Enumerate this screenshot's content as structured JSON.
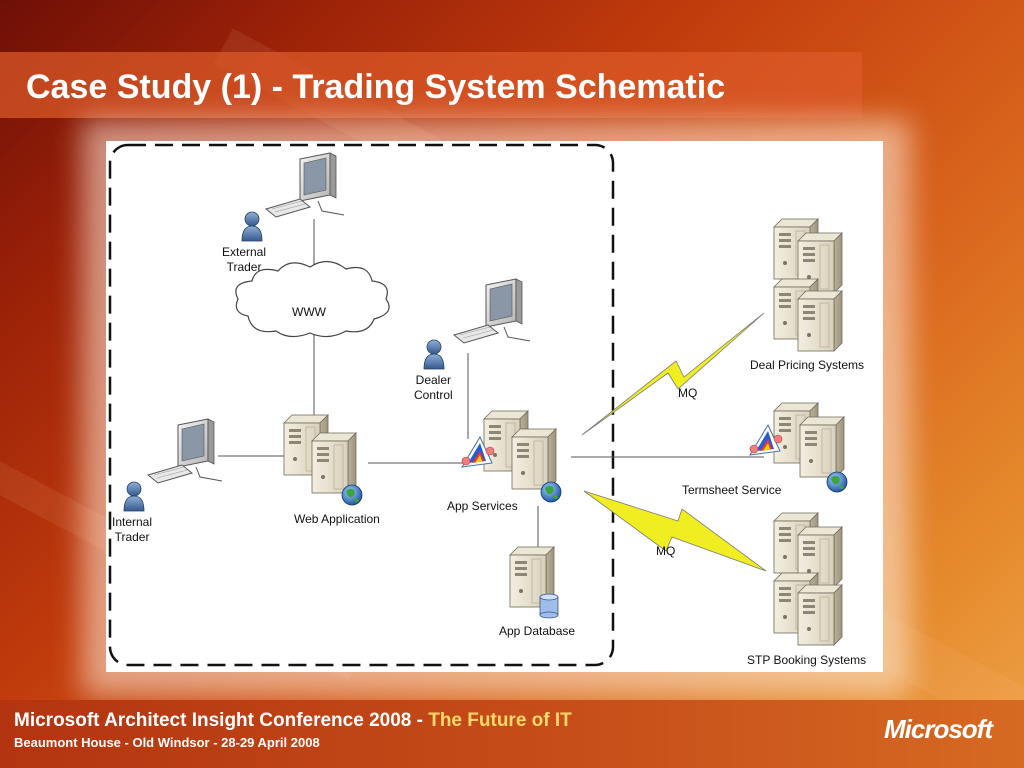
{
  "slide": {
    "title": "Case Study (1) - Trading System Schematic"
  },
  "diagram": {
    "nodes": {
      "external_trader": "External\nTrader",
      "www": "WWW",
      "internal_trader": "Internal\nTrader",
      "web_application": "Web Application",
      "dealer_control": "Dealer\nControl",
      "app_services": "App Services",
      "app_database": "App Database",
      "deal_pricing": "Deal Pricing Systems",
      "termsheet": "Termsheet Service",
      "stp_booking": "STP Booking Systems"
    },
    "links": {
      "mq_upper": "MQ",
      "mq_lower": "MQ"
    }
  },
  "footer": {
    "conference": "Microsoft Architect Insight Conference 2008 - ",
    "theme": "The Future of IT",
    "venue": "Beaumont House - Old Windsor - 28-29 April 2008",
    "logo": "Microsoft"
  },
  "colors": {
    "background": "#c23d0d",
    "title_bar": "#dc5a28",
    "footer_accent": "#ffd86b",
    "lightning": "#f0ee20"
  },
  "icons": [
    "monitor-icon",
    "keyboard-icon",
    "user-icon",
    "cloud-icon",
    "server-icon",
    "globe-icon",
    "database-icon",
    "lightning-icon",
    "service-prism-icon"
  ]
}
